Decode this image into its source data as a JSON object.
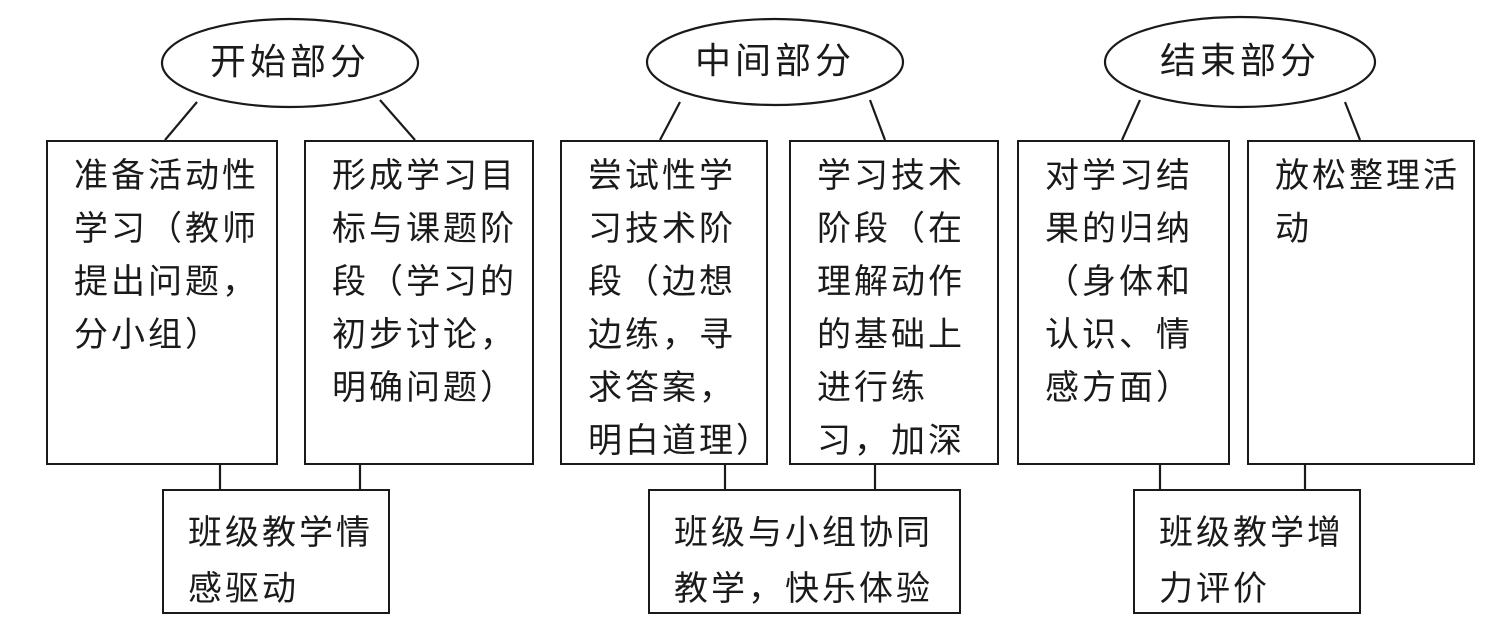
{
  "sections": [
    {
      "title": "开始部分",
      "boxes": [
        "准备活动性学习（教师提出问题，分小组）",
        "形成学习目标与课题阶段（学习的初步讨论，明确问题）"
      ],
      "bottom": "班级教学情感驱动"
    },
    {
      "title": "中间部分",
      "boxes": [
        "尝试性学习技术阶段（边想边练，寻求答案，明白道理）",
        "学习技术阶段（在理解动作的基础上进行练习，加深理解）"
      ],
      "bottom": "班级与小组协同教学，快乐体验"
    },
    {
      "title": "结束部分",
      "boxes": [
        "对学习结果的归纳（身体和认识、情感方面）",
        "放松整理活动"
      ],
      "bottom": "班级教学增力评价"
    }
  ]
}
